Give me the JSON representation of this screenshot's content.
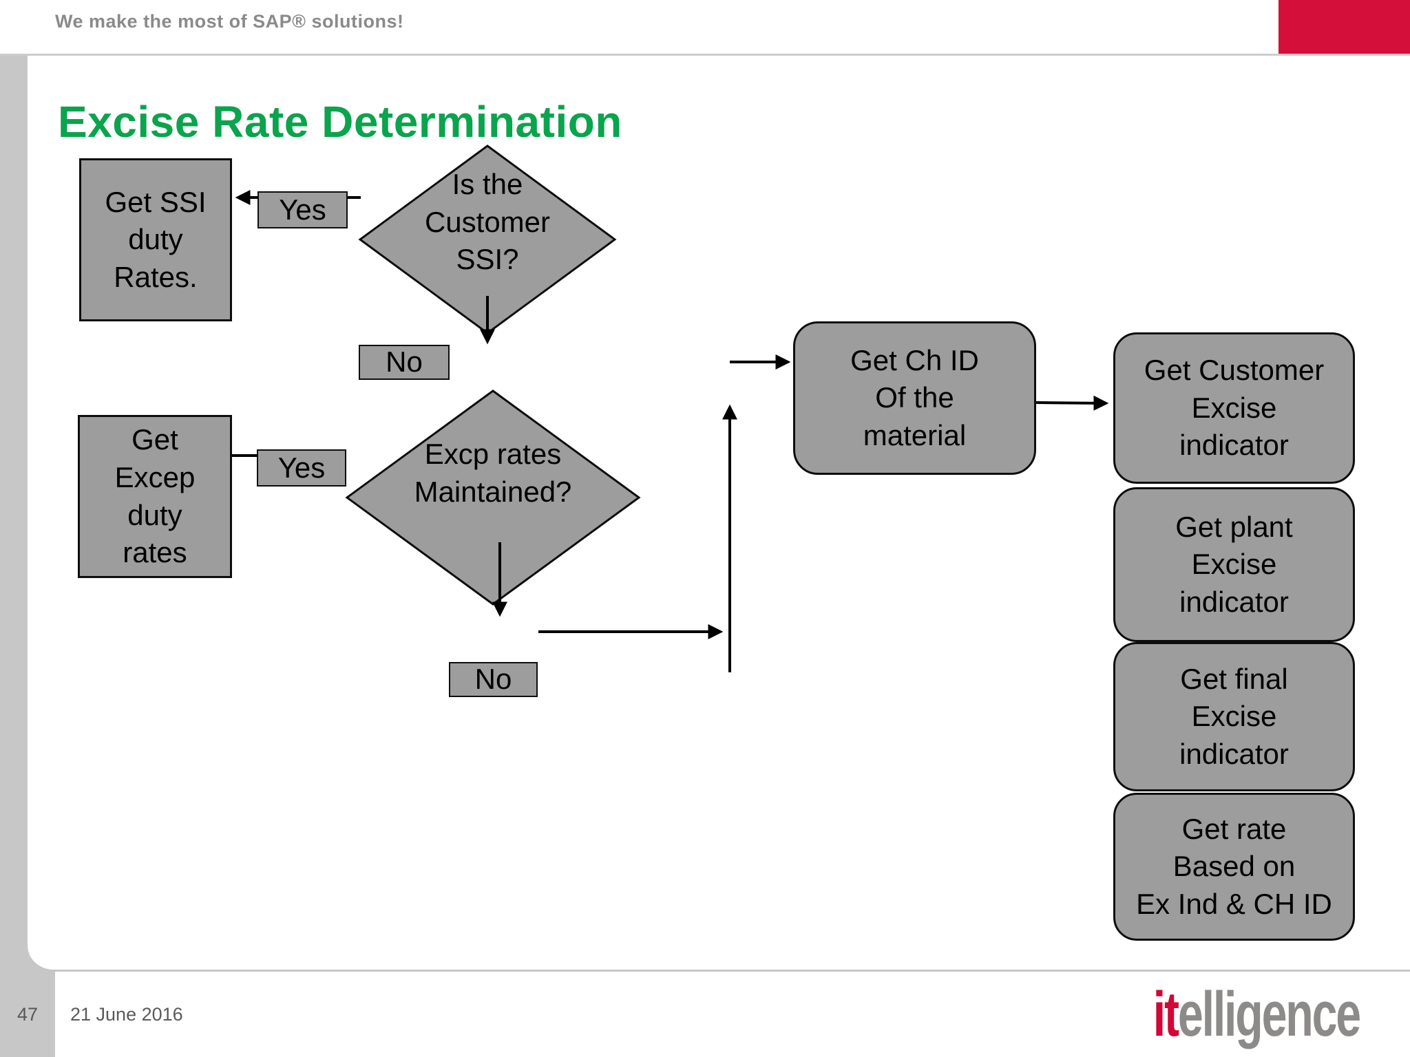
{
  "header": {
    "tagline": "We make the most of SAP® solutions!"
  },
  "slide": {
    "title": "Excise Rate Determination"
  },
  "flowchart": {
    "nodes": {
      "get_ssi": "Get SSI\nduty\nRates.",
      "yes1": "Yes",
      "diamond_customer_ssi": "Is the\nCustomer\nSSI?",
      "no1": "No",
      "get_excep": "Get\nExcep\nduty\nrates",
      "yes2": "Yes",
      "diamond_excp_rates": "Excp rates\nMaintained?",
      "no2": "No",
      "get_ch_id": "Get Ch ID\nOf the\nmaterial",
      "get_customer_excise": "Get Customer\nExcise\nindicator",
      "get_plant_excise": "Get plant\nExcise\nindicator",
      "get_final_excise": "Get final\nExcise\nindicator",
      "get_rate": "Get rate\nBased on\nEx Ind & CH ID"
    }
  },
  "footer": {
    "page_number": "47",
    "date": "21 June 2016",
    "logo_it": "it",
    "logo_rest": "elligence"
  },
  "colors": {
    "brand_red": "#d30f3a",
    "title_green": "#0aa44d",
    "shape_gray": "#9d9d9d",
    "strip_gray": "#c7c7c7",
    "tagline_gray": "#8a8a8a"
  }
}
